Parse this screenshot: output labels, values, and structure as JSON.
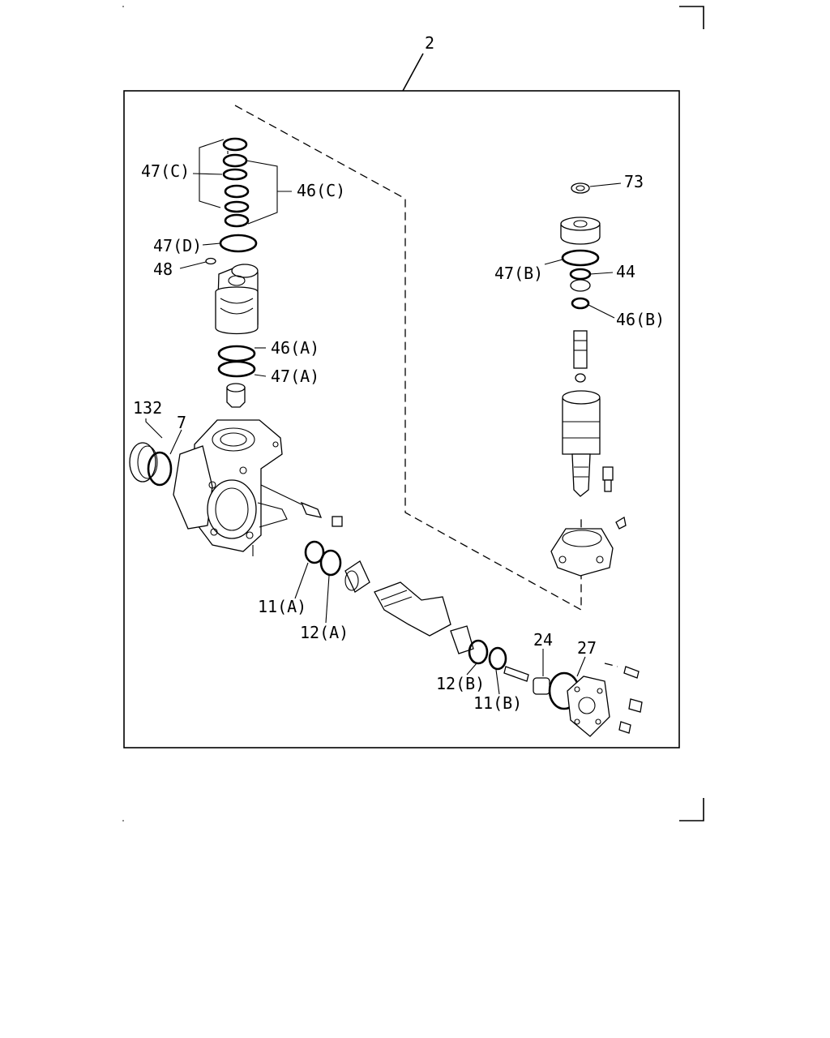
{
  "assembly_label": "2",
  "callouts": {
    "c47C": "47(C)",
    "c46C": "46(C)",
    "c47D": "47(D)",
    "c48": "48",
    "c46A": "46(A)",
    "c47A": "47(A)",
    "c132": "132",
    "c7": "7",
    "c11A": "11(A)",
    "c12A": "12(A)",
    "c12B": "12(B)",
    "c11B": "11(B)",
    "c24": "24",
    "c27": "27",
    "c73": "73",
    "c47B": "47(B)",
    "c44": "44",
    "c46B": "46(B)"
  }
}
